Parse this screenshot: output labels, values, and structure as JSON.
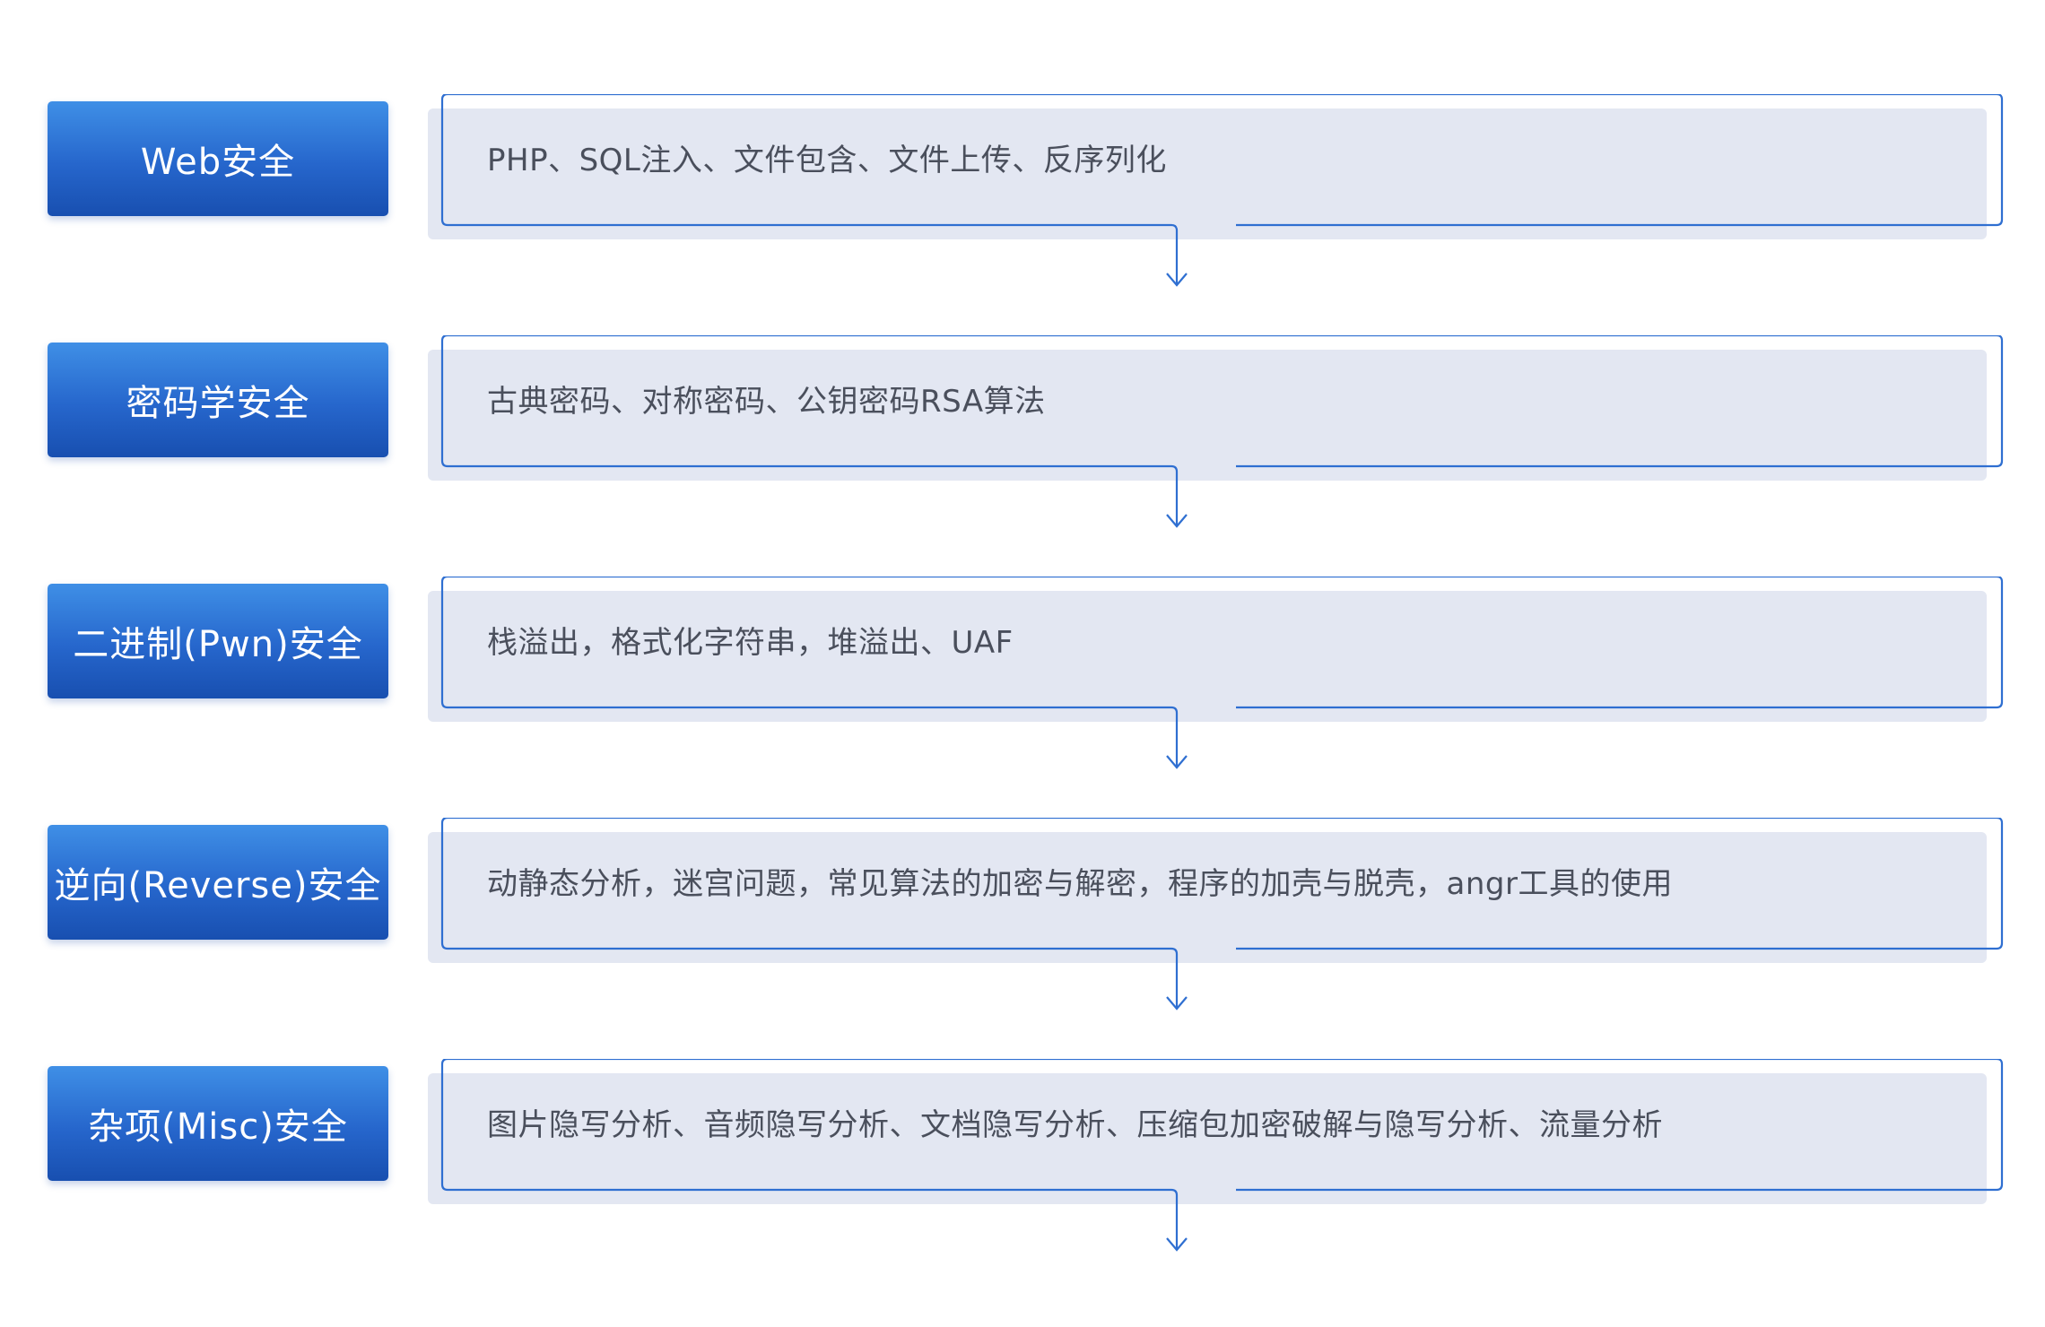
{
  "rows": [
    {
      "category": "Web安全",
      "topics": "PHP、SQL注入、文件包含、文件上传、反序列化"
    },
    {
      "category": "密码学安全",
      "topics": "古典密码、对称密码、公钥密码RSA算法"
    },
    {
      "category": "二进制(Pwn)安全",
      "topics": "栈溢出，格式化字符串，堆溢出、UAF"
    },
    {
      "category": "逆向(Reverse)安全",
      "topics": "动静态分析，迷宫问题，常见算法的加密与解密，程序的加壳与脱壳，angr工具的使用"
    },
    {
      "category": "杂项(Misc)安全",
      "topics": "图片隐写分析、音频隐写分析、文档隐写分析、压缩包加密破解与隐写分析、流量分析"
    }
  ],
  "colors": {
    "category_gradient_top": "#3f8fe6",
    "category_gradient_bottom": "#184fb0",
    "panel_fill": "#e3e7f2",
    "panel_border": "#2f6fd1",
    "topic_text": "#4a4f5c"
  }
}
